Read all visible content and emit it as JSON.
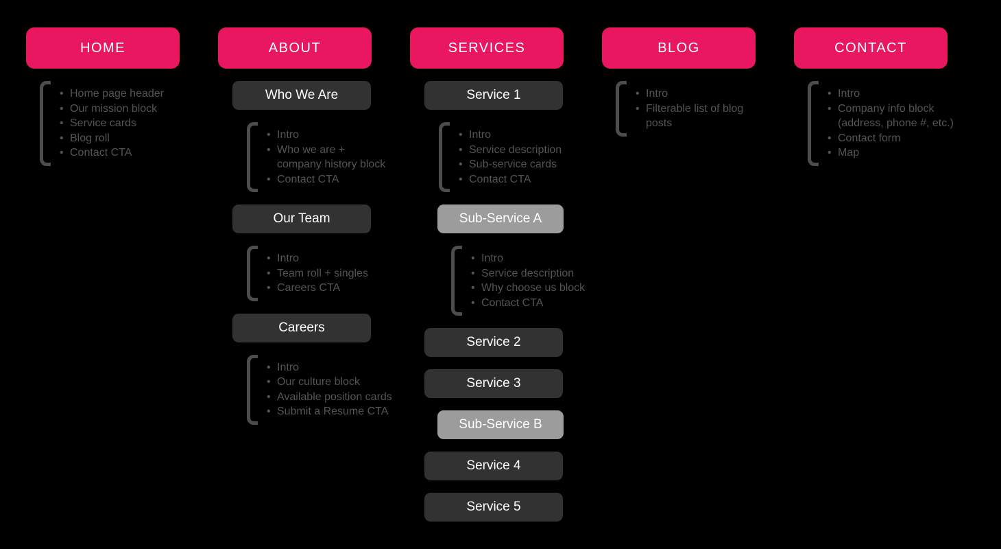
{
  "colors": {
    "background": "#000000",
    "primary": "#E9175F",
    "page": "#323232",
    "subpage": "#9C9C9C",
    "muted_text": "#545454",
    "bracket": "#4D4D4D",
    "button_text": "#FFFFFF"
  },
  "columns": [
    {
      "id": "home",
      "label": "HOME",
      "nodes": [
        {
          "type": "bullets",
          "items": [
            "Home page header",
            "Our mission block",
            "Service cards",
            "Blog roll",
            "Contact CTA"
          ]
        }
      ]
    },
    {
      "id": "about",
      "label": "ABOUT",
      "nodes": [
        {
          "type": "page",
          "label": "Who We Are"
        },
        {
          "type": "bullets",
          "items": [
            "Intro",
            "Who we are +\ncompany history block",
            "Contact CTA"
          ]
        },
        {
          "type": "page",
          "label": "Our Team"
        },
        {
          "type": "bullets",
          "items": [
            "Intro",
            "Team roll + singles",
            "Careers CTA"
          ]
        },
        {
          "type": "page",
          "label": "Careers"
        },
        {
          "type": "bullets",
          "items": [
            "Intro",
            "Our culture block",
            "Available position cards",
            "Submit a Resume CTA"
          ]
        }
      ]
    },
    {
      "id": "services",
      "label": "SERVICES",
      "nodes": [
        {
          "type": "page",
          "label": "Service 1"
        },
        {
          "type": "bullets",
          "items": [
            "Intro",
            "Service description",
            "Sub-service cards",
            "Contact CTA"
          ]
        },
        {
          "type": "subpage",
          "label": "Sub-Service A"
        },
        {
          "type": "bullets",
          "items": [
            "Intro",
            "Service description",
            "Why choose us block",
            "Contact CTA"
          ]
        },
        {
          "type": "page",
          "label": "Service 2"
        },
        {
          "type": "page",
          "label": "Service 3"
        },
        {
          "type": "subpage",
          "label": "Sub-Service B"
        },
        {
          "type": "page",
          "label": "Service 4"
        },
        {
          "type": "page",
          "label": "Service 5"
        }
      ]
    },
    {
      "id": "blog",
      "label": "BLOG",
      "nodes": [
        {
          "type": "bullets",
          "items": [
            "Intro",
            "Filterable list of blog\nposts"
          ]
        }
      ]
    },
    {
      "id": "contact",
      "label": "CONTACT",
      "nodes": [
        {
          "type": "bullets",
          "items": [
            "Intro",
            "Company info block\n(address, phone #, etc.)",
            "Contact form",
            "Map"
          ]
        }
      ]
    }
  ]
}
